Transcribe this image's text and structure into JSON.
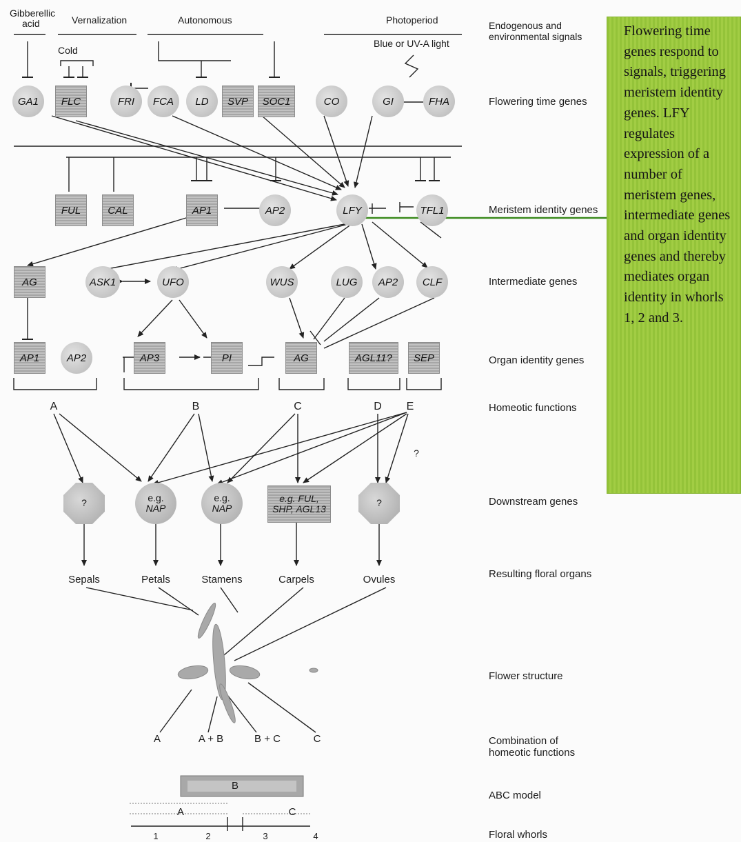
{
  "signals": {
    "gibberellic_line1": "Gibberellic",
    "gibberellic_line2": "acid",
    "vernalization": "Vernalization",
    "autonomous": "Autonomous",
    "photoperiod": "Photoperiod",
    "cold": "Cold",
    "blue_light": "Blue or UV-A light"
  },
  "row_labels": {
    "endogenous_line1": "Endogenous and",
    "endogenous_line2": "environmental signals",
    "flowering": "Flowering time genes",
    "meristem": "Meristem identity genes",
    "intermediate": "Intermediate genes",
    "organ_identity": "Organ identity genes",
    "homeotic": "Homeotic functions",
    "downstream": "Downstream genes",
    "resulting": "Resulting floral organs",
    "flower_structure": "Flower structure",
    "combination_line1": "Combination of",
    "combination_line2": "homeotic functions",
    "abc_model": "ABC model",
    "whorls": "Floral whorls"
  },
  "flowering_genes": [
    "GA1",
    "FLC",
    "FRI",
    "FCA",
    "LD",
    "SVP",
    "SOC1",
    "CO",
    "GI",
    "FHA"
  ],
  "meristem_genes": [
    "FUL",
    "CAL",
    "AP1",
    "AP2",
    "LFY",
    "TFL1"
  ],
  "intermediate_genes": [
    "AG",
    "ASK1",
    "UFO",
    "WUS",
    "LUG",
    "AP2",
    "CLF"
  ],
  "organ_genes": [
    "AP1",
    "AP2",
    "AP3",
    "PI",
    "AG",
    "AGL11?",
    "SEP"
  ],
  "homeotic": [
    "A",
    "B",
    "C",
    "D",
    "E",
    "?"
  ],
  "downstream": {
    "q1": "?",
    "eg": "e.g.",
    "nap": "NAP",
    "big_line1": "e.g. FUL,",
    "big_line2": "SHP, AGL13",
    "q2": "?"
  },
  "organs": [
    "Sepals",
    "Petals",
    "Stamens",
    "Carpels",
    "Ovules"
  ],
  "combination": [
    "A",
    "A + B",
    "B + C",
    "C"
  ],
  "abc": {
    "b": "B",
    "a": "A",
    "c": "C"
  },
  "whorl_numbers": [
    "1",
    "2",
    "3",
    "4"
  ],
  "note": "Flowering time genes respond to signals, triggering meristem identity genes.  LFY regulates expression of a number of meristem genes, intermediate genes and organ identity genes and thereby mediates organ identity in whorls 1, 2 and 3.",
  "colors": {
    "note_background": "#9bc93f",
    "arrow_green": "#3a8a1c"
  }
}
